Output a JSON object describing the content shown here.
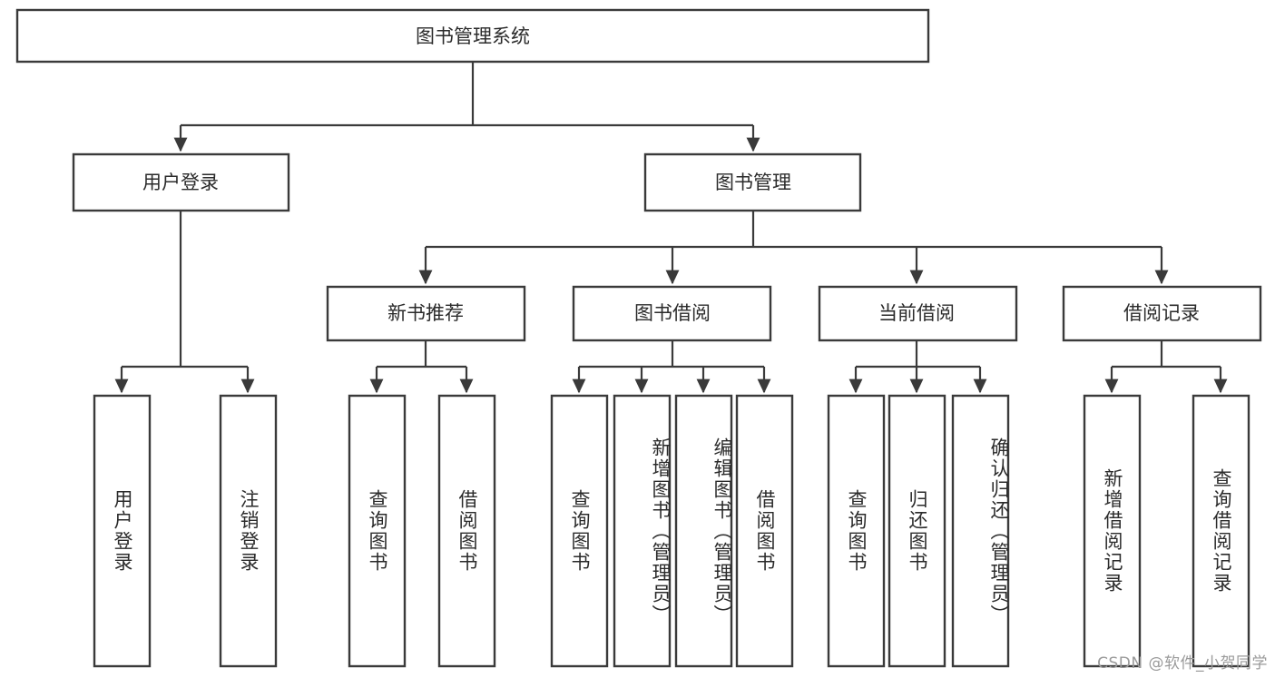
{
  "diagram": {
    "title": "图书管理系统",
    "type": "tree",
    "orientation": "top-down",
    "colors": {
      "box_stroke": "#3a3a3a",
      "box_fill": "#ffffff",
      "connector": "#3a3a3a",
      "text": "#2b2b2b",
      "background": "#ffffff",
      "watermark": "#9a9a9a"
    },
    "root": {
      "label": "图书管理系统"
    },
    "level2": [
      {
        "label": "用户登录"
      },
      {
        "label": "图书管理"
      }
    ],
    "level3": [
      {
        "label": "新书推荐"
      },
      {
        "label": "图书借阅"
      },
      {
        "label": "当前借阅"
      },
      {
        "label": "借阅记录"
      }
    ],
    "leaves": {
      "user_login": [
        {
          "label": "用户登录"
        },
        {
          "label": "注销登录"
        }
      ],
      "new_book_recommend": [
        {
          "label": "查询图书"
        },
        {
          "label": "借阅图书"
        }
      ],
      "book_borrow": [
        {
          "label": "查询图书"
        },
        {
          "label": "新增图书（管理员）"
        },
        {
          "label": "编辑图书（管理员）"
        },
        {
          "label": "借阅图书"
        }
      ],
      "current_borrow": [
        {
          "label": "查询图书"
        },
        {
          "label": "归还图书"
        },
        {
          "label": "确认归还（管理员）"
        }
      ],
      "borrow_record": [
        {
          "label": "新增借阅记录"
        },
        {
          "label": "查询借阅记录"
        }
      ]
    },
    "watermark": "CSDN @软件_小贺同学"
  }
}
